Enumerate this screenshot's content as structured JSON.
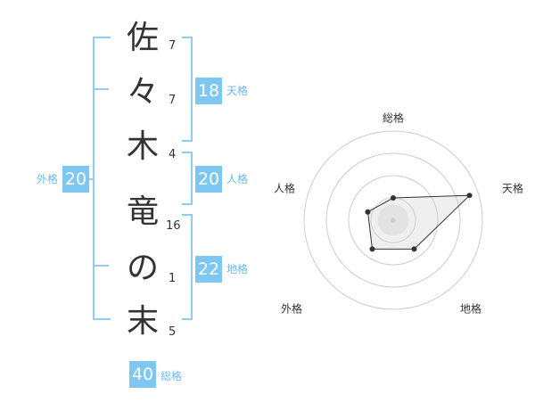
{
  "chars": [
    {
      "char": "佐",
      "strokes": "7"
    },
    {
      "char": "々",
      "strokes": "7"
    },
    {
      "char": "木",
      "strokes": "4"
    },
    {
      "char": "竜",
      "strokes": "16"
    },
    {
      "char": "の",
      "strokes": "1"
    },
    {
      "char": "末",
      "strokes": "5"
    }
  ],
  "kakusu": {
    "tenkaku": {
      "value": "18",
      "label": "天格"
    },
    "jinkaku": {
      "value": "20",
      "label": "人格"
    },
    "chikaku": {
      "value": "22",
      "label": "地格"
    },
    "gaikaku": {
      "value": "20",
      "label": "外格"
    },
    "soukaku": {
      "value": "40",
      "label": "総格"
    }
  },
  "colors": {
    "accent": "#7fc7f3",
    "bracket": "#8fcdf5",
    "label": "#6cb9ec",
    "text": "#333333"
  },
  "chart_data": {
    "type": "radar",
    "axes": [
      "総格",
      "天格",
      "地格",
      "外格",
      "人格"
    ],
    "values": [
      0.5,
      1.8,
      0.8,
      0.8,
      0.6
    ],
    "rmax": 2,
    "rings": 4
  }
}
